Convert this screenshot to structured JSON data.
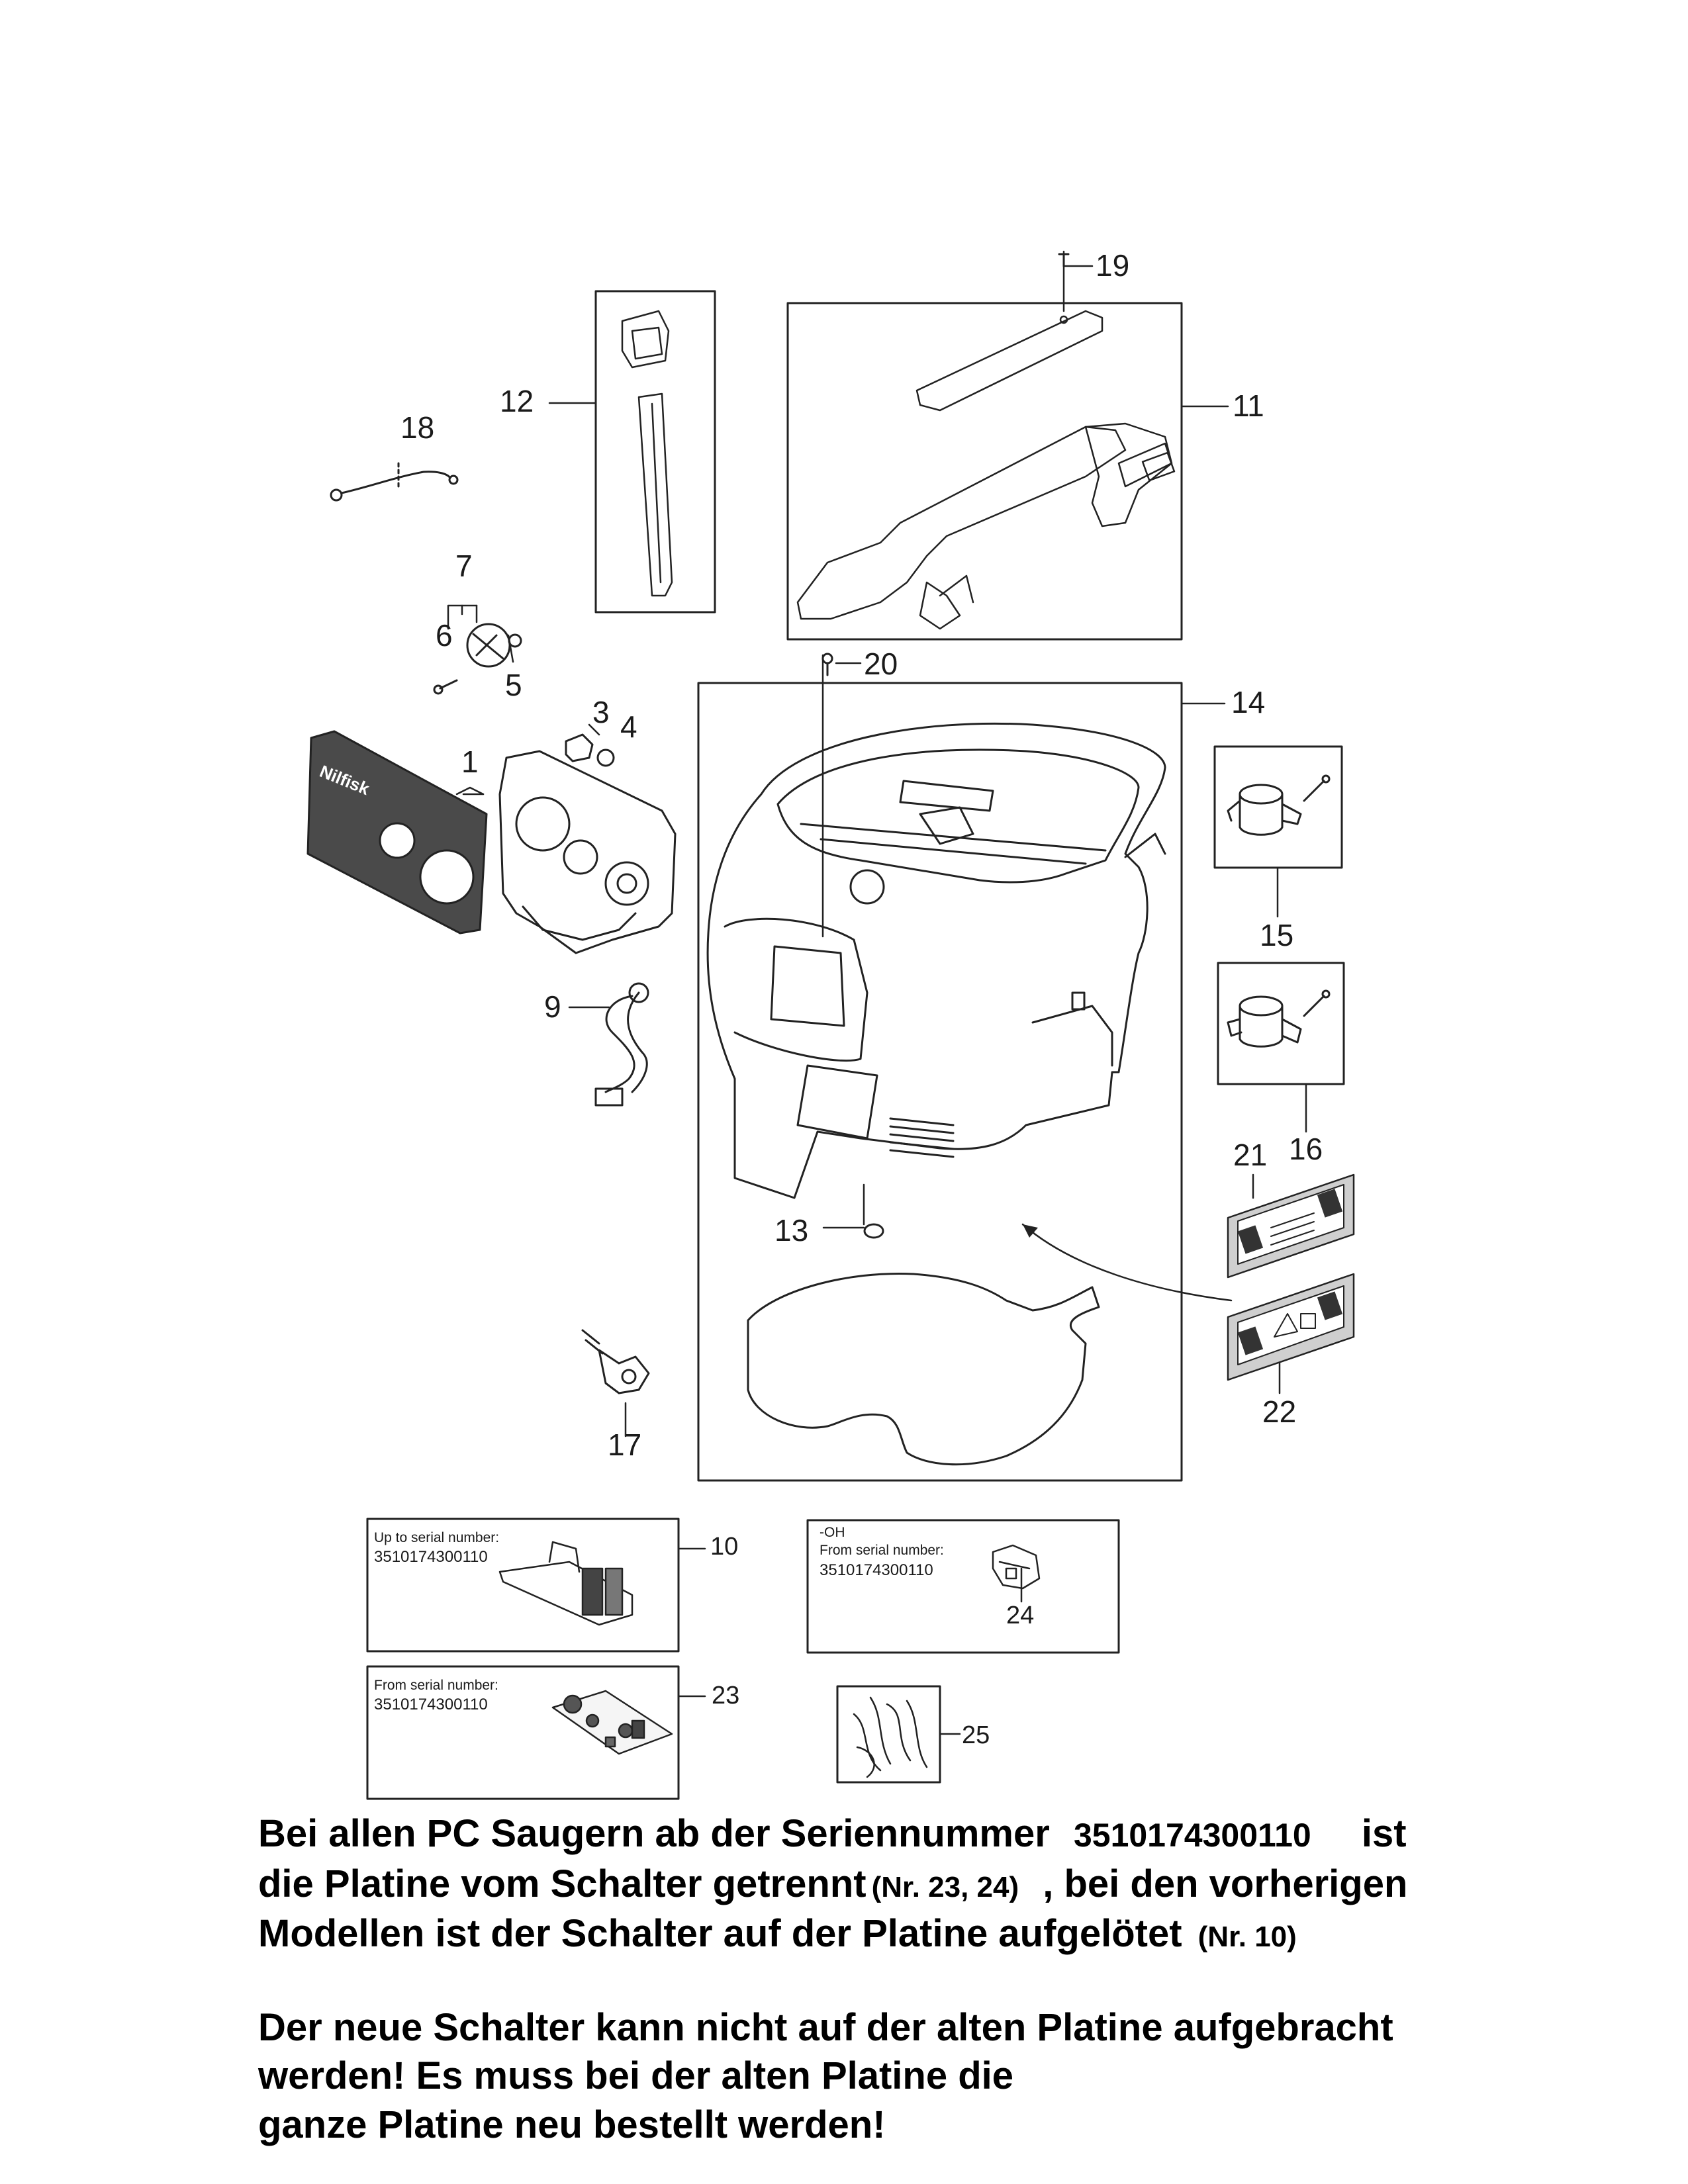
{
  "callouts": {
    "c1": "1",
    "c3": "3",
    "c4": "4",
    "c5": "5",
    "c6": "6",
    "c7": "7",
    "c9": "9",
    "c10": "10",
    "c11": "11",
    "c12": "12",
    "c13": "13",
    "c14": "14",
    "c15": "15",
    "c16": "16",
    "c17": "17",
    "c18": "18",
    "c19": "19",
    "c20": "20",
    "c21": "21",
    "c22": "22",
    "c23": "23",
    "c24": "24",
    "c25": "25"
  },
  "brand_mark": "Nilfisk",
  "boxes": {
    "box10": {
      "title": "Up to serial number:",
      "serial": "3510174300110"
    },
    "box24": {
      "variant": "-OH",
      "title": "From serial number:",
      "serial": "3510174300110"
    },
    "box23": {
      "title": "From serial number:",
      "serial": "3510174300110"
    }
  },
  "notes": {
    "line1_a": "Bei allen PC Saugern ab der Seriennummer",
    "line1_serial": "3510174300110",
    "line1_b": "ist",
    "line2_a": "die Platine vom Schalter getrennt",
    "line2_ref": "(Nr. 23, 24)",
    "line2_b": ", bei den vorherigen",
    "line3_a": "Modellen ist der Schalter auf der Platine aufgelötet",
    "line3_ref": "(Nr. 10)",
    "line4": "Der neue Schalter kann nicht auf der alten Platine aufgebracht",
    "line5": "werden! Es muss bei der alten Platine die",
    "line6": "ganze Platine neu bestellt werden!"
  }
}
